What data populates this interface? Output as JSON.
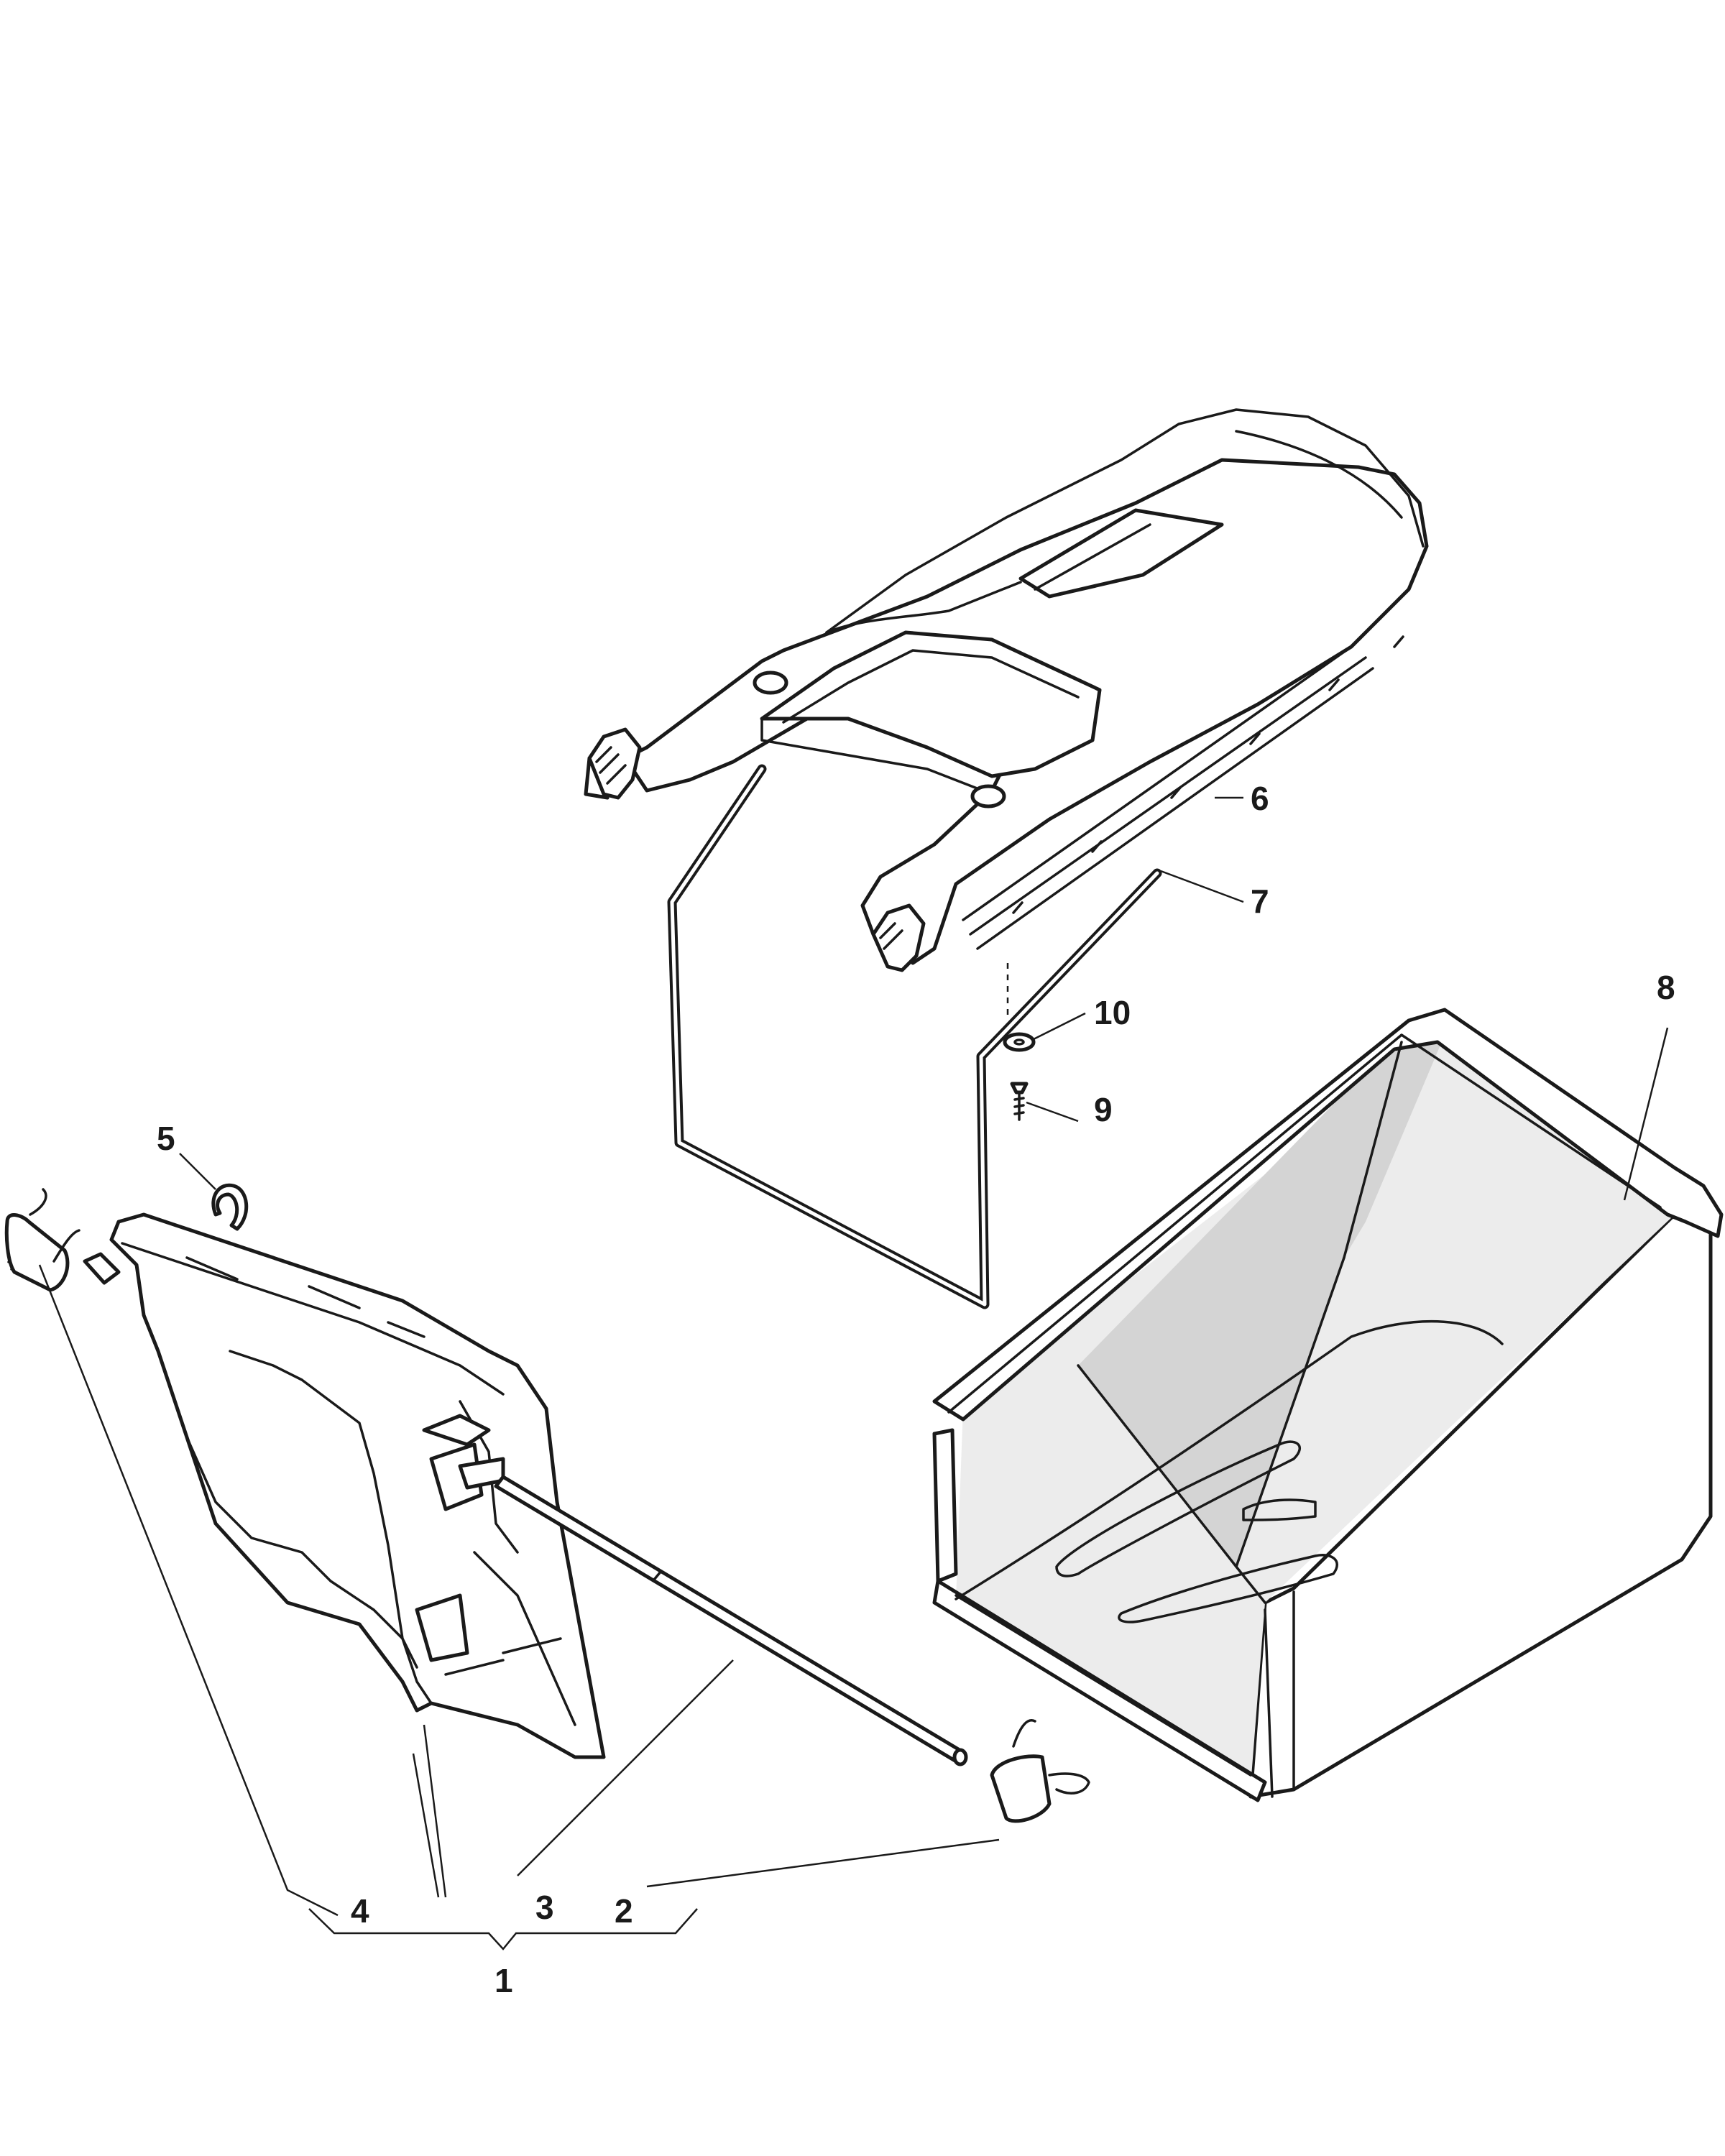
{
  "callouts": {
    "c1": "1",
    "c2": "2",
    "c3": "3",
    "c4": "4",
    "c5": "5",
    "c6": "6",
    "c7": "7",
    "c8": "8",
    "c9": "9",
    "c10": "10"
  },
  "colors": {
    "line": "#1a1a1a",
    "background": "#ffffff",
    "catcher_fabric": "#ececec",
    "catcher_shadow": "#d4d4d4"
  }
}
